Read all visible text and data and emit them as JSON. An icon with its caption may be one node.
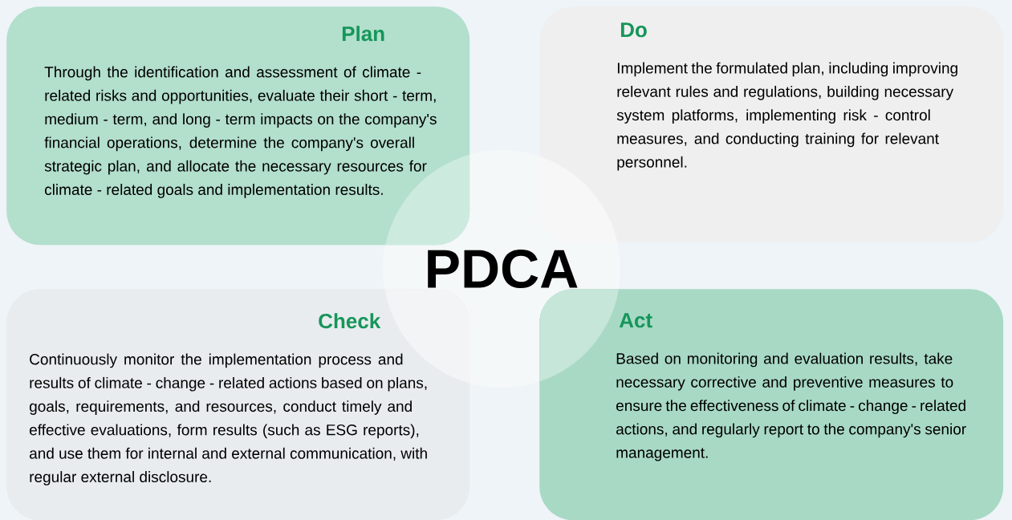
{
  "diagram": {
    "nodes": [
      {
        "text": [
          "Plan",
          "Through the identification and assessment of climate - related risks and opportunities, evaluate their short - term, medium - term, and long - term impacts on the company's financial operations, determine the company's overall strategic plan, and allocate the necessary resources for climate - related goals and implementation results."
        ]
      },
      {
        "text": [
          "Do",
          "Implement the formulated plan, including improving relevant rules and regulations, building necessary system platforms, implementing risk - control measures, and conducting training for relevant personnel."
        ]
      },
      {
        "text": [
          "Check",
          "Continuously monitor the implementation process and results of climate - change - related actions based on plans, goals, requirements, and resources, conduct timely and effective evaluations, form results (such as ESG reports), and use them for internal and external communication, with regular external disclosure."
        ]
      },
      {
        "text": [
          "Act",
          "Based on monitoring and evaluation results, take necessary corrective and preventive measures to ensure the effectiveness of climate - change - related actions, and regularly report to the company's senior management."
        ]
      },
      {
        "text": [
          "PDCA"
        ]
      }
    ]
  }
}
